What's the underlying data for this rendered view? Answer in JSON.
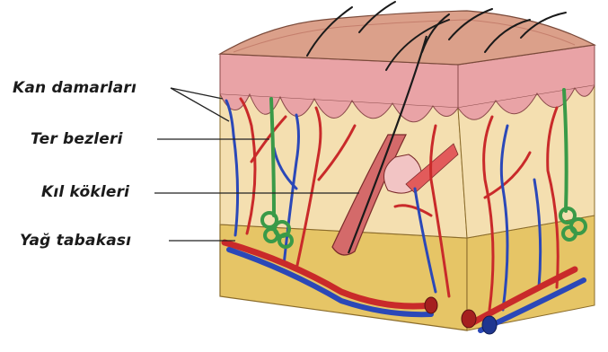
{
  "diagram": {
    "labels": {
      "blood_vessels": "Kan damarları",
      "sweat_glands": "Ter bezleri",
      "hair_roots": "Kıl kökleri",
      "fat_layer": "Yağ tabakası"
    },
    "colors": {
      "epidermis": "#e9a3a6",
      "epidermis_dark": "#d07880",
      "dermis": "#f4dfb0",
      "fat": "#e6c566",
      "artery": "#c92a2a",
      "vein": "#2b48b8",
      "sweat_gland": "#3a9a48",
      "hair": "#1a1a1a"
    }
  }
}
